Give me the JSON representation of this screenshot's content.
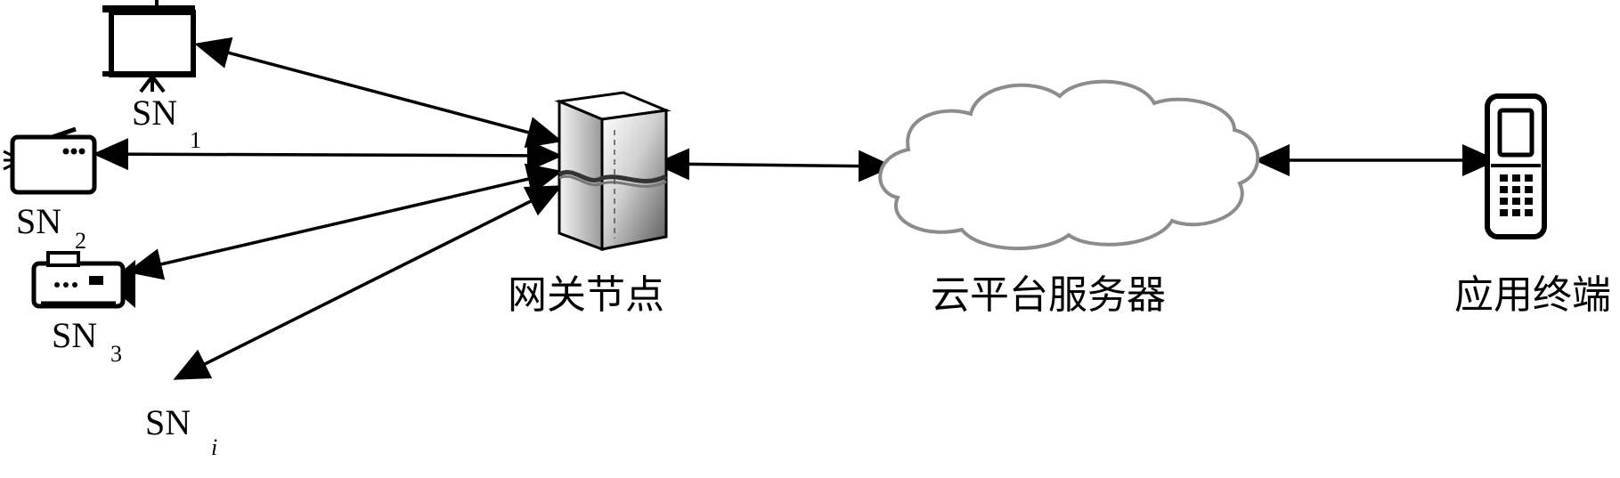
{
  "nodes": {
    "sn1": {
      "label": "SN",
      "sub": "1",
      "icon": "projector-screen-icon"
    },
    "sn2": {
      "label": "SN",
      "sub": "2",
      "icon": "radio-icon"
    },
    "sn3": {
      "label": "SN",
      "sub": "3",
      "icon": "video-camera-icon"
    },
    "sni": {
      "label": "SN",
      "sub": "i"
    },
    "gateway": {
      "label": "网关节点",
      "icon": "server-icon"
    },
    "cloud": {
      "label": "云平台服务器",
      "icon": "cloud-icon"
    },
    "terminal": {
      "label": "应用终端",
      "icon": "mobile-phone-icon"
    }
  }
}
